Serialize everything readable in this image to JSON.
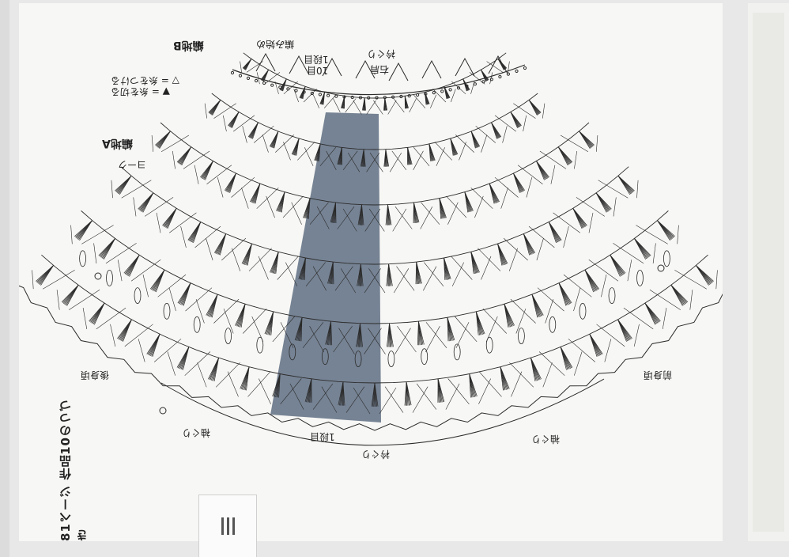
{
  "viewer": {
    "gallery_button_icon": "grid-bars-icon",
    "gallery_button_text": "III"
  },
  "diagram": {
    "page_caption": "81ページ 作品10のつづき",
    "labels": {
      "fabric_b": "編地B",
      "fabric_a": "編地A",
      "yoke_label": "ヨーク",
      "neck_top": "衿ぐり",
      "neck_bottom": "衿ぐり",
      "row1_top": "1段目",
      "row10": "10目",
      "start": "編み始め",
      "shoulder": "右肩",
      "front_left": "前身頃",
      "back_right": "後身頃",
      "row1_bottom": "1段目",
      "armhole_left": "袖ぐり",
      "armhole_right": "袖ぐり",
      "legend_1": "▽ = 糸をつける",
      "legend_2": "▼ = 糸を切る"
    },
    "colors": {
      "ink": "#2b2b2b",
      "highlight": "#5f6f82",
      "paper": "#f7f7f5"
    }
  }
}
